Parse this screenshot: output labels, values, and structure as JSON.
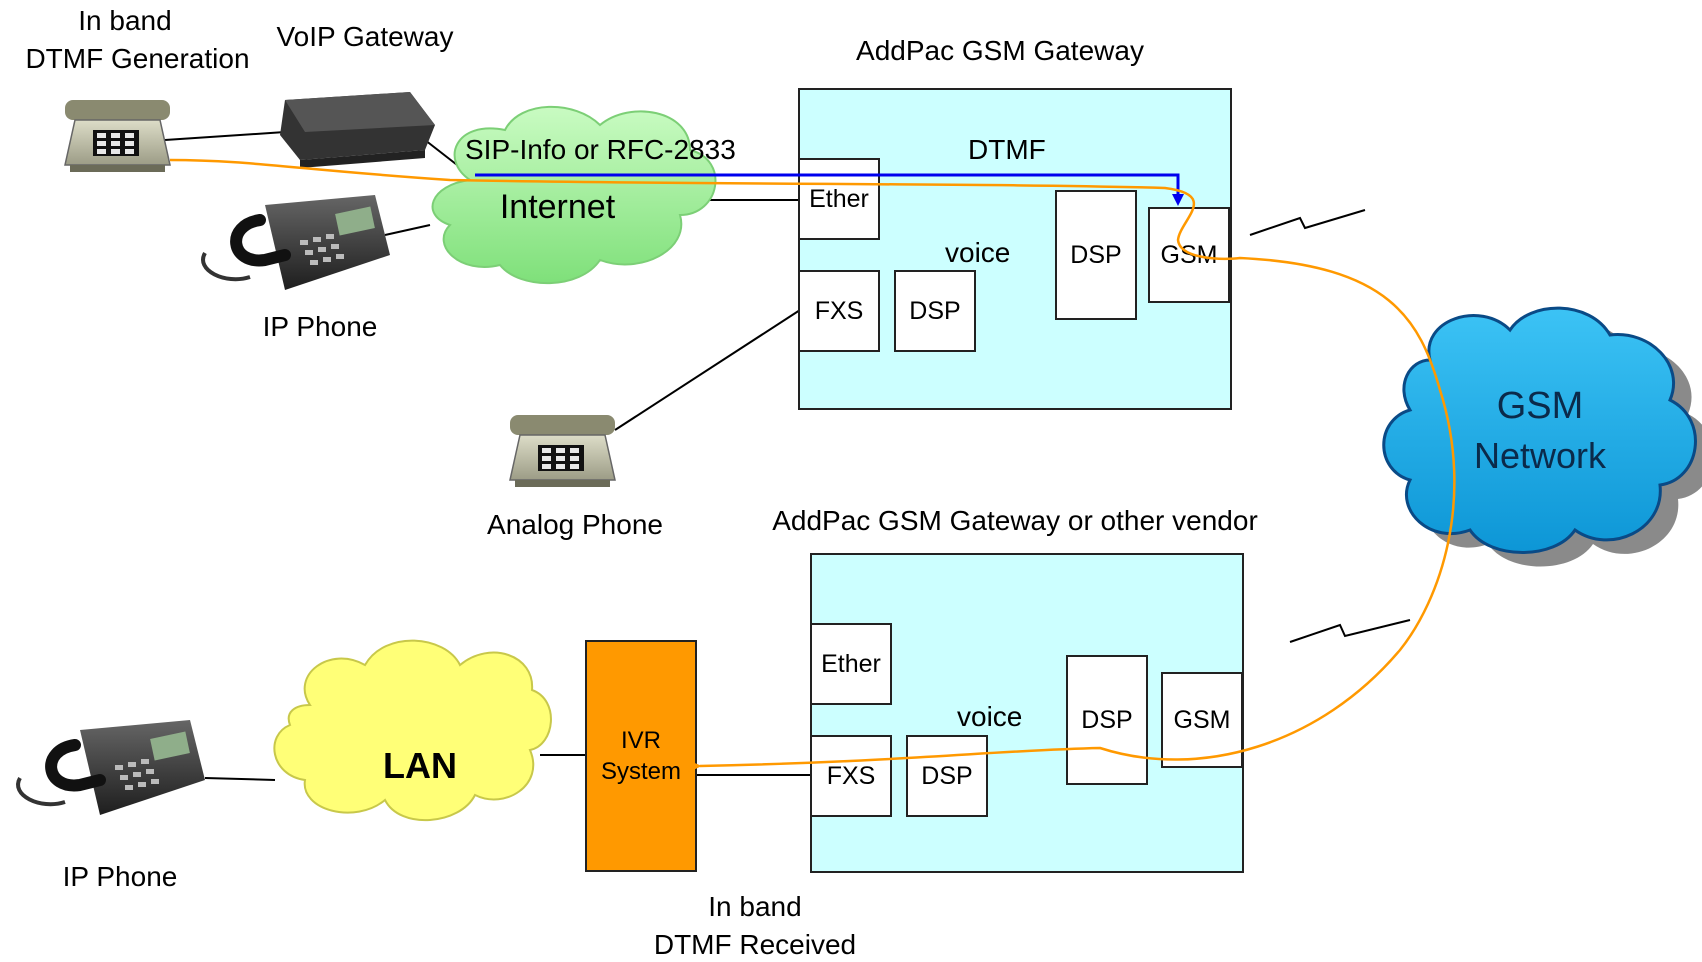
{
  "labels": {
    "dtmf_generation_line1": "In band",
    "dtmf_generation_line2": "DTMF Generation",
    "voip_gateway": "VoIP Gateway",
    "ip_phone_top": "IP Phone",
    "analog_phone": "Analog Phone",
    "ip_phone_bottom": "IP Phone",
    "dtmf_received_line1": "In band",
    "dtmf_received_line2": "DTMF Received",
    "sip_info": "SIP-Info or RFC-2833",
    "dtmf": "DTMF"
  },
  "clouds": {
    "internet": "Internet",
    "gsm_line1": "GSM",
    "gsm_line2": "Network",
    "lan": "LAN"
  },
  "gateway_top": {
    "title": "AddPac GSM Gateway",
    "ether": "Ether",
    "fxs": "FXS",
    "dsp_small": "DSP",
    "dsp_large": "DSP",
    "gsm": "GSM",
    "voice": "voice"
  },
  "gateway_bottom": {
    "title": "AddPac GSM Gateway or other vendor",
    "ether": "Ether",
    "fxs": "FXS",
    "dsp_small": "DSP",
    "dsp_large": "DSP",
    "gsm": "GSM",
    "voice": "voice"
  },
  "ivr": {
    "line1": "IVR",
    "line2": "System"
  },
  "colors": {
    "gateway_fill": "#ccffff",
    "ivr_fill": "#ff9900",
    "internet_cloud": "#aaf7a0",
    "gsm_cloud": "#19b0ee",
    "lan_cloud": "#ffff77",
    "dtmf_path": "#ff9900",
    "signaling_path": "#0000ee"
  }
}
